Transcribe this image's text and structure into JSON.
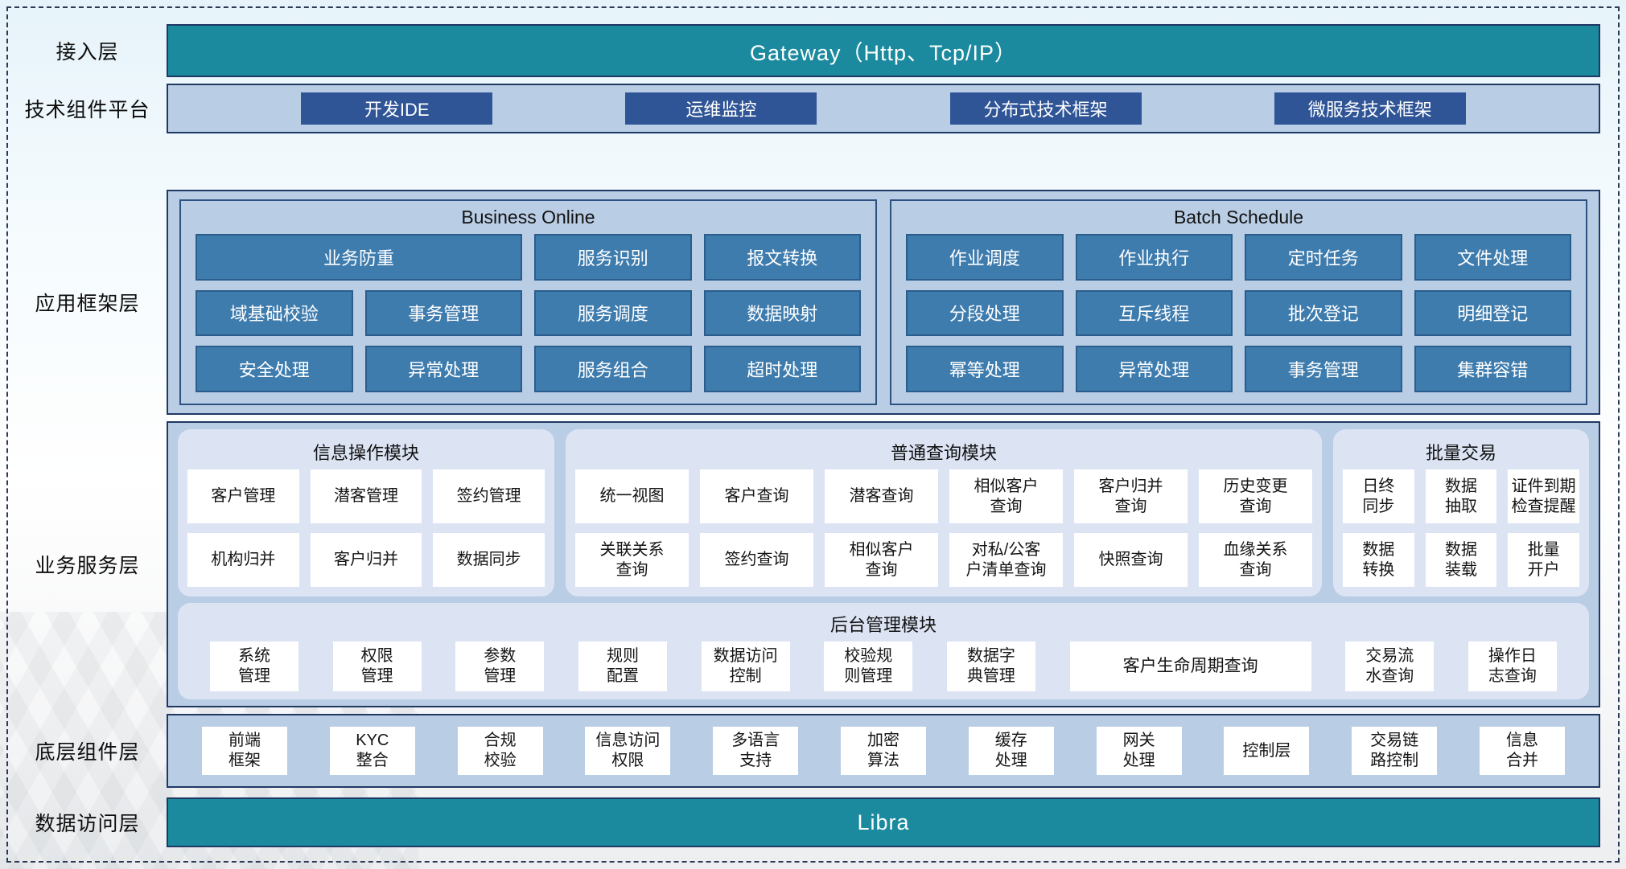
{
  "colors": {
    "teal": "#1b8a9e",
    "navy_border": "#1f3864",
    "panel_blue": "#b9cde5",
    "dark_blue_button": "#2f5597",
    "steel_blue_button": "#3f7cae",
    "module_background": "#dce4f4",
    "white_button": "#ffffff"
  },
  "layers": {
    "access": {
      "label": "接入层",
      "gateway": "Gateway（Http、Tcp/IP）"
    },
    "tech_platform": {
      "label": "技术组件平台",
      "items": [
        "开发IDE",
        "运维监控",
        "分布式技术框架",
        "微服务技术框架"
      ]
    },
    "app_framework": {
      "label": "应用框架层",
      "business_online": {
        "title": "Business Online",
        "row1": [
          "业务防重",
          "服务识别",
          "报文转换"
        ],
        "row2": [
          "域基础校验",
          "事务管理",
          "服务调度",
          "数据映射"
        ],
        "row3": [
          "安全处理",
          "异常处理",
          "服务组合",
          "超时处理"
        ]
      },
      "batch_schedule": {
        "title": "Batch Schedule",
        "row1": [
          "作业调度",
          "作业执行",
          "定时任务",
          "文件处理"
        ],
        "row2": [
          "分段处理",
          "互斥线程",
          "批次登记",
          "明细登记"
        ],
        "row3": [
          "幂等处理",
          "异常处理",
          "事务管理",
          "集群容错"
        ]
      }
    },
    "business_service": {
      "label": "业务服务层",
      "info_module": {
        "title": "信息操作模块",
        "row1": [
          "客户管理",
          "潜客管理",
          "签约管理"
        ],
        "row2": [
          "机构归并",
          "客户归并",
          "数据同步"
        ]
      },
      "query_module": {
        "title": "普通查询模块",
        "row1": [
          "统一视图",
          "客户查询",
          "潜客查询",
          "相似客户\n查询",
          "客户归并\n查询",
          "历史变更\n查询"
        ],
        "row2": [
          "关联关系\n查询",
          "签约查询",
          "相似客户\n查询",
          "对私/公客\n户清单查询",
          "快照查询",
          "血缘关系\n查询"
        ]
      },
      "batch_module": {
        "title": "批量交易",
        "row1": [
          "日终\n同步",
          "数据\n抽取",
          "证件到期\n检查提醒"
        ],
        "row2": [
          "数据\n转换",
          "数据\n装载",
          "批量\n开户"
        ]
      },
      "admin_module": {
        "title": "后台管理模块",
        "items": [
          "系统\n管理",
          "权限\n管理",
          "参数\n管理",
          "规则\n配置",
          "数据访问\n控制",
          "校验规\n则管理",
          "数据字\n典管理",
          "客户生命周期查询",
          "交易流\n水查询",
          "操作日\n志查询"
        ]
      }
    },
    "base_components": {
      "label": "底层组件层",
      "items": [
        "前端\n框架",
        "KYC\n整合",
        "合规\n校验",
        "信息访问\n权限",
        "多语言\n支持",
        "加密\n算法",
        "缓存\n处理",
        "网关\n处理",
        "控制层",
        "交易链\n路控制",
        "信息\n合并"
      ]
    },
    "data_access": {
      "label": "数据访问层",
      "bar": "Libra"
    }
  }
}
